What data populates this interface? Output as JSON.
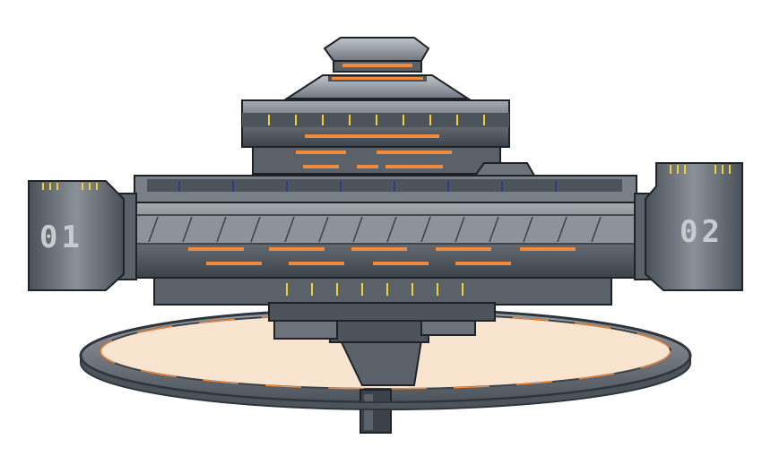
{
  "scene": {
    "subject": "space-station-sprite",
    "pod_labels": {
      "left": "01",
      "right": "02"
    }
  },
  "colors": {
    "background": "#ffffff",
    "hull_dark": "#2f353c",
    "hull_mid": "#5b6169",
    "hull_light": "#8d939a",
    "hull_highlight": "#b8bdc2",
    "window_orange": "#f08a3c",
    "window_yellow": "#f2cf35",
    "accent_blue": "#2d3d8a",
    "ring_floor": "#f8e4cf",
    "ring_edge": "#6d737a",
    "pod_text": "#c7ccd1"
  }
}
